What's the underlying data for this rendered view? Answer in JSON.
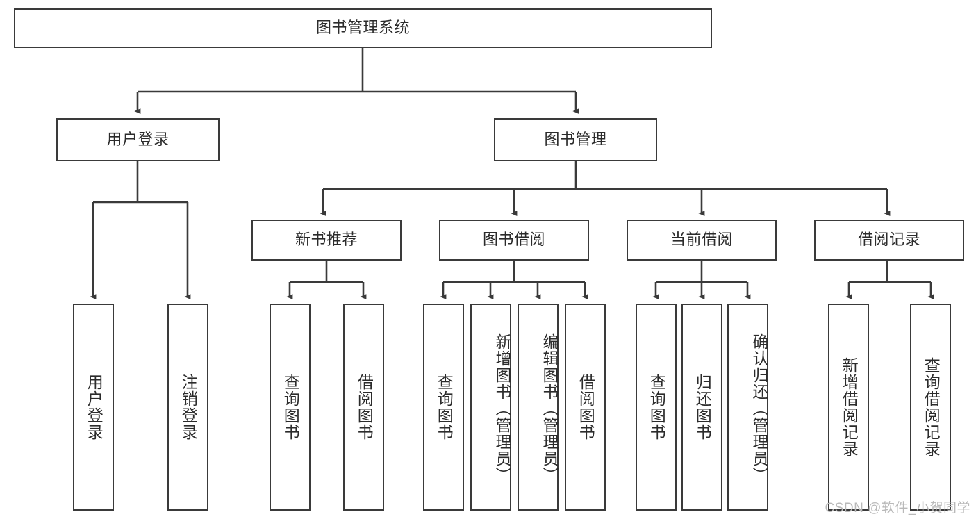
{
  "diagram": {
    "title": "图书管理系统",
    "type": "hierarchy-tree",
    "root": {
      "label": "图书管理系统"
    },
    "level2": [
      {
        "label": "用户登录"
      },
      {
        "label": "图书管理"
      }
    ],
    "level3": [
      {
        "label": "新书推荐"
      },
      {
        "label": "图书借阅"
      },
      {
        "label": "当前借阅"
      },
      {
        "label": "借阅记录"
      }
    ],
    "leaves": {
      "user_login": [
        {
          "label": "用户登录"
        },
        {
          "label": "注销登录"
        }
      ],
      "new_book_recommend": [
        {
          "label": "查询图书"
        },
        {
          "label": "借阅图书"
        }
      ],
      "book_borrow": [
        {
          "label": "查询图书"
        },
        {
          "label": "新增图书（管理员）"
        },
        {
          "label": "编辑图书（管理员）"
        },
        {
          "label": "借阅图书"
        }
      ],
      "current_borrow": [
        {
          "label": "查询图书"
        },
        {
          "label": "归还图书"
        },
        {
          "label": "确认归还（管理员）"
        }
      ],
      "borrow_record": [
        {
          "label": "新增借阅记录"
        },
        {
          "label": "查询借阅记录"
        }
      ]
    },
    "watermark": "CSDN @软件_小贺同学",
    "colors": {
      "stroke": "#3a3a3a",
      "fill": "#ffffff",
      "text": "#2b2b2b",
      "watermark": "#b9b9b9"
    }
  }
}
